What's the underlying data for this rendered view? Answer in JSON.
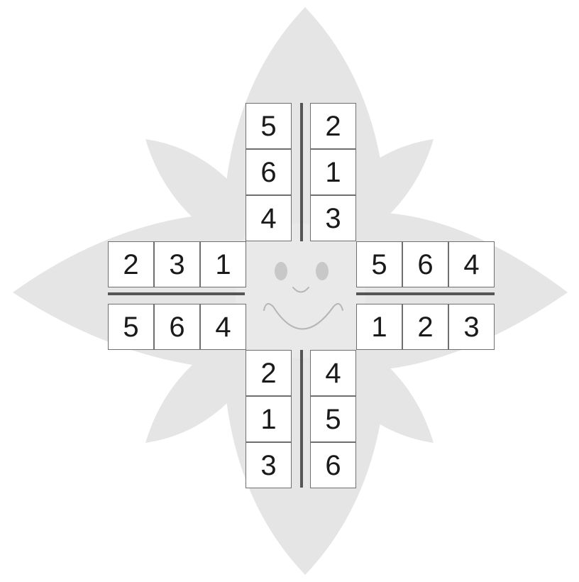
{
  "puzzle": {
    "colors": {
      "flower": "#e5e5e5",
      "flower_edge": "#d6d6d6",
      "center": "#e9e9e9",
      "face_eyes": "#c8c8c8",
      "face_smile": "#b5b5b5",
      "divider": "#555555",
      "cell_border": "#6f6f6f",
      "digit": "#1a1a1a"
    },
    "arms": {
      "top_left": [
        "5",
        "6",
        "4"
      ],
      "top_right": [
        "2",
        "1",
        "3"
      ],
      "left_upper": [
        "2",
        "3",
        "1"
      ],
      "left_lower": [
        "5",
        "6",
        "4"
      ],
      "right_upper": [
        "5",
        "6",
        "4"
      ],
      "right_lower": [
        "1",
        "2",
        "3"
      ],
      "bottom_left": [
        "2",
        "1",
        "3"
      ],
      "bottom_right": [
        "4",
        "5",
        "6"
      ]
    },
    "icons": {
      "center": "smiley-face-icon",
      "background": "flower-shape"
    }
  }
}
